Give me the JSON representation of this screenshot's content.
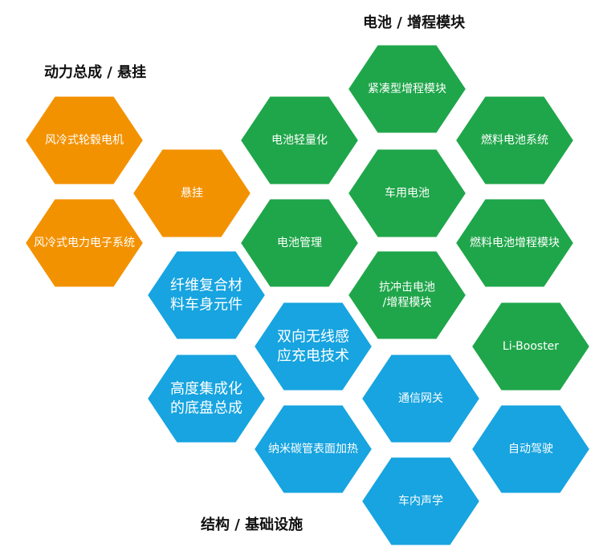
{
  "categories": {
    "powertrain": "动力总成 / 悬挂",
    "battery": "电池 / 增程模块",
    "structure": "结构 / 基础设施"
  },
  "colors": {
    "orange": "#F39200",
    "green": "#1FA64A",
    "blue": "#17A4E0",
    "stroke": "#ffffff"
  },
  "cells": [
    {
      "id": "hub-motor",
      "group": "orange",
      "lines": [
        "风冷式轮毂电机"
      ]
    },
    {
      "id": "suspension",
      "group": "orange",
      "lines": [
        "悬挂"
      ]
    },
    {
      "id": "power-electronics",
      "group": "orange",
      "lines": [
        "风冷式电力电子系统"
      ]
    },
    {
      "id": "battery-lightweight",
      "group": "green",
      "lines": [
        "电池轻量化"
      ]
    },
    {
      "id": "battery-management",
      "group": "green",
      "lines": [
        "电池管理"
      ]
    },
    {
      "id": "compact-range-extender",
      "group": "green",
      "lines": [
        "紧凑型增程模块"
      ]
    },
    {
      "id": "vehicle-battery",
      "group": "green",
      "lines": [
        "车用电池"
      ]
    },
    {
      "id": "impact-resistant-battery",
      "group": "green",
      "lines": [
        "抗冲击电池",
        "/增程模块"
      ]
    },
    {
      "id": "fuel-cell-system",
      "group": "green",
      "lines": [
        "燃料电池系统"
      ]
    },
    {
      "id": "fuel-cell-range-extender",
      "group": "green",
      "lines": [
        "燃料电池增程模块"
      ]
    },
    {
      "id": "li-booster",
      "group": "green",
      "lines": [
        "Li-Booster"
      ]
    },
    {
      "id": "fiber-composite",
      "group": "blue",
      "lines": [
        "纤维复合材",
        "料车身元件"
      ]
    },
    {
      "id": "chassis-assembly",
      "group": "blue",
      "lines": [
        "高度集成化",
        "的底盘总成"
      ]
    },
    {
      "id": "wireless-charging",
      "group": "blue",
      "lines": [
        "双向无线感",
        "应充电技术"
      ]
    },
    {
      "id": "cnt-surface-heating",
      "group": "blue",
      "lines": [
        "纳米碳管表面加热"
      ]
    },
    {
      "id": "gateway",
      "group": "blue",
      "lines": [
        "通信网关"
      ]
    },
    {
      "id": "in-car-acoustics",
      "group": "blue",
      "lines": [
        "车内声学"
      ]
    },
    {
      "id": "autonomous-driving",
      "group": "blue",
      "lines": [
        "自动驾驶"
      ]
    }
  ]
}
